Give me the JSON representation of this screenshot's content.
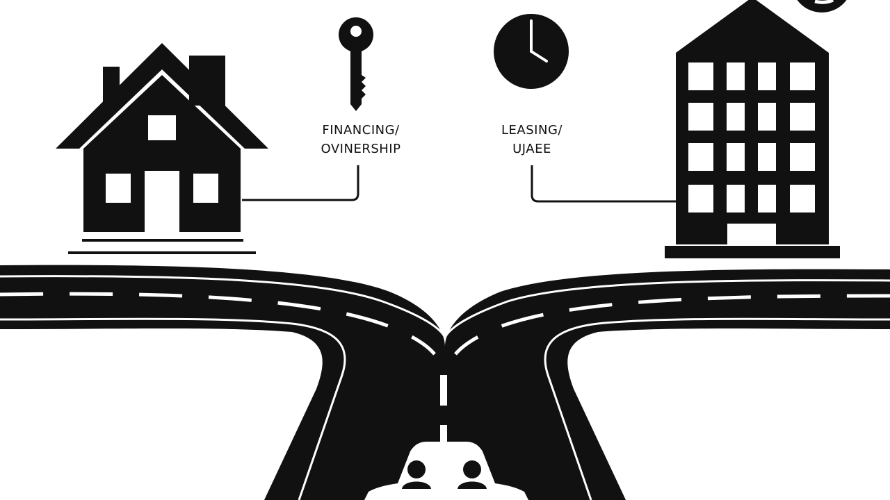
{
  "left_option": {
    "line1": "FINANCING/",
    "line2": "OVINERSHIP",
    "icon": "key-icon",
    "illustration": "house-icon"
  },
  "right_option": {
    "line1": "LEASING/",
    "line2": "UJAEE",
    "icon": "clock-icon",
    "illustration": "apartment-building-icon"
  },
  "scene": {
    "road": "forked-road",
    "vehicle": "car-with-two-passengers",
    "ink_color": "#111111",
    "background_color": "#ffffff"
  }
}
